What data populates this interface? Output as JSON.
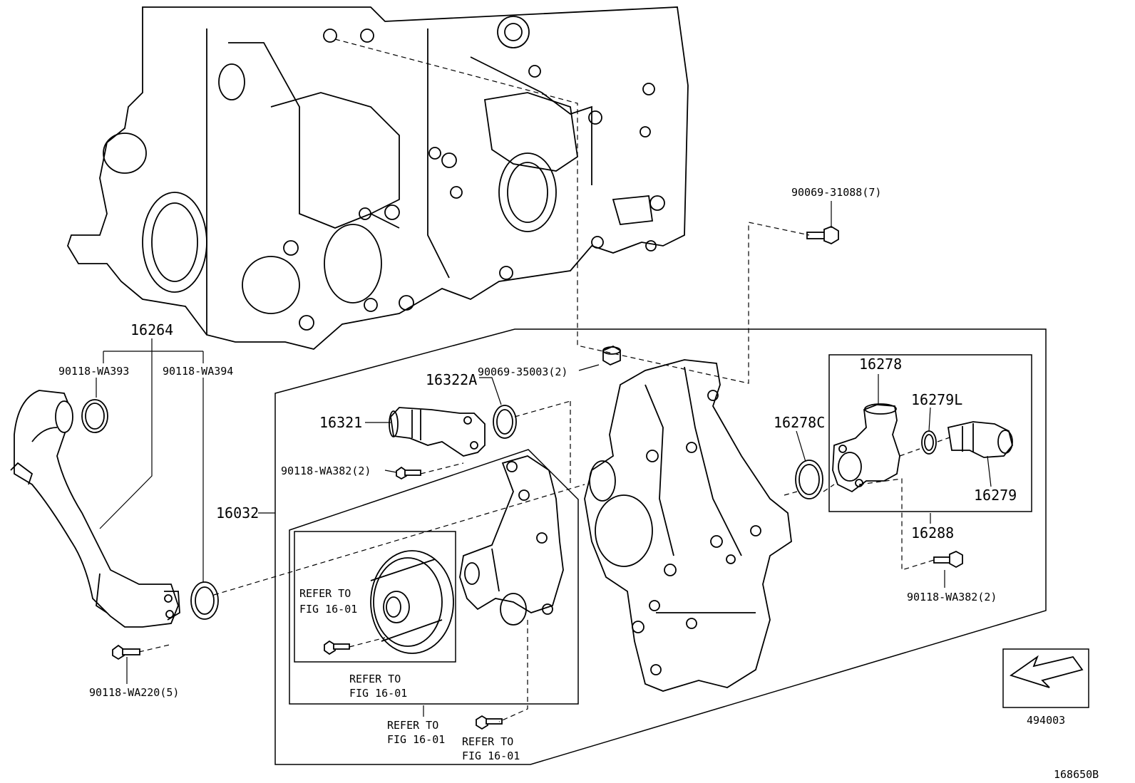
{
  "labels": {
    "p16264": "16264",
    "p90118_wa393": "90118-WA393",
    "p90118_wa394": "90118-WA394",
    "p90118_wa220": "90118-WA220(5)",
    "p16032": "16032",
    "p16321": "16321",
    "p16322a": "16322A",
    "p90069_35003": "90069-35003(2)",
    "p90118_wa382_left": "90118-WA382(2)",
    "p90069_31088": "90069-31088(7)",
    "p16278": "16278",
    "p16278c": "16278C",
    "p16279l": "16279L",
    "p16279": "16279",
    "p16288": "16288",
    "p90118_wa382_right": "90118-WA382(2)",
    "refer_pulley_a": "REFER TO",
    "refer_pulley_b": "FIG 16-01",
    "refer_bolt_a": "REFER TO",
    "refer_bolt_b": "FIG 16-01",
    "refer_pump_a": "REFER TO",
    "refer_pump_b": "FIG 16-01",
    "refer_screw_a": "REFER TO",
    "refer_screw_b": "FIG 16-01",
    "view_code": "494003",
    "figure_code": "168650B"
  },
  "icons": {
    "direction_arrow": "front-direction-arrow-icon"
  }
}
